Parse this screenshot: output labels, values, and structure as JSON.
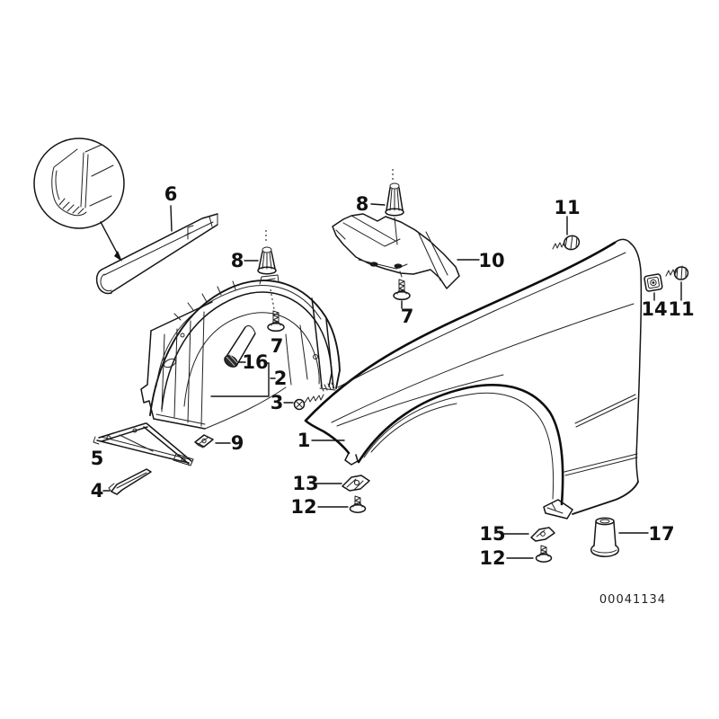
{
  "page": {
    "background": "#ffffff"
  },
  "diagram": {
    "number": "00041134",
    "line_color": "#151515",
    "callouts": [
      {
        "label": "6"
      },
      {
        "label": "8"
      },
      {
        "label": "8"
      },
      {
        "label": "7"
      },
      {
        "label": "7"
      },
      {
        "label": "10"
      },
      {
        "label": "16"
      },
      {
        "label": "2"
      },
      {
        "label": "3"
      },
      {
        "label": "9"
      },
      {
        "label": "1"
      },
      {
        "label": "5"
      },
      {
        "label": "4"
      },
      {
        "label": "13"
      },
      {
        "label": "12"
      },
      {
        "label": "15"
      },
      {
        "label": "12"
      },
      {
        "label": "17"
      },
      {
        "label": "11"
      },
      {
        "label": "14"
      },
      {
        "label": "11"
      }
    ]
  }
}
